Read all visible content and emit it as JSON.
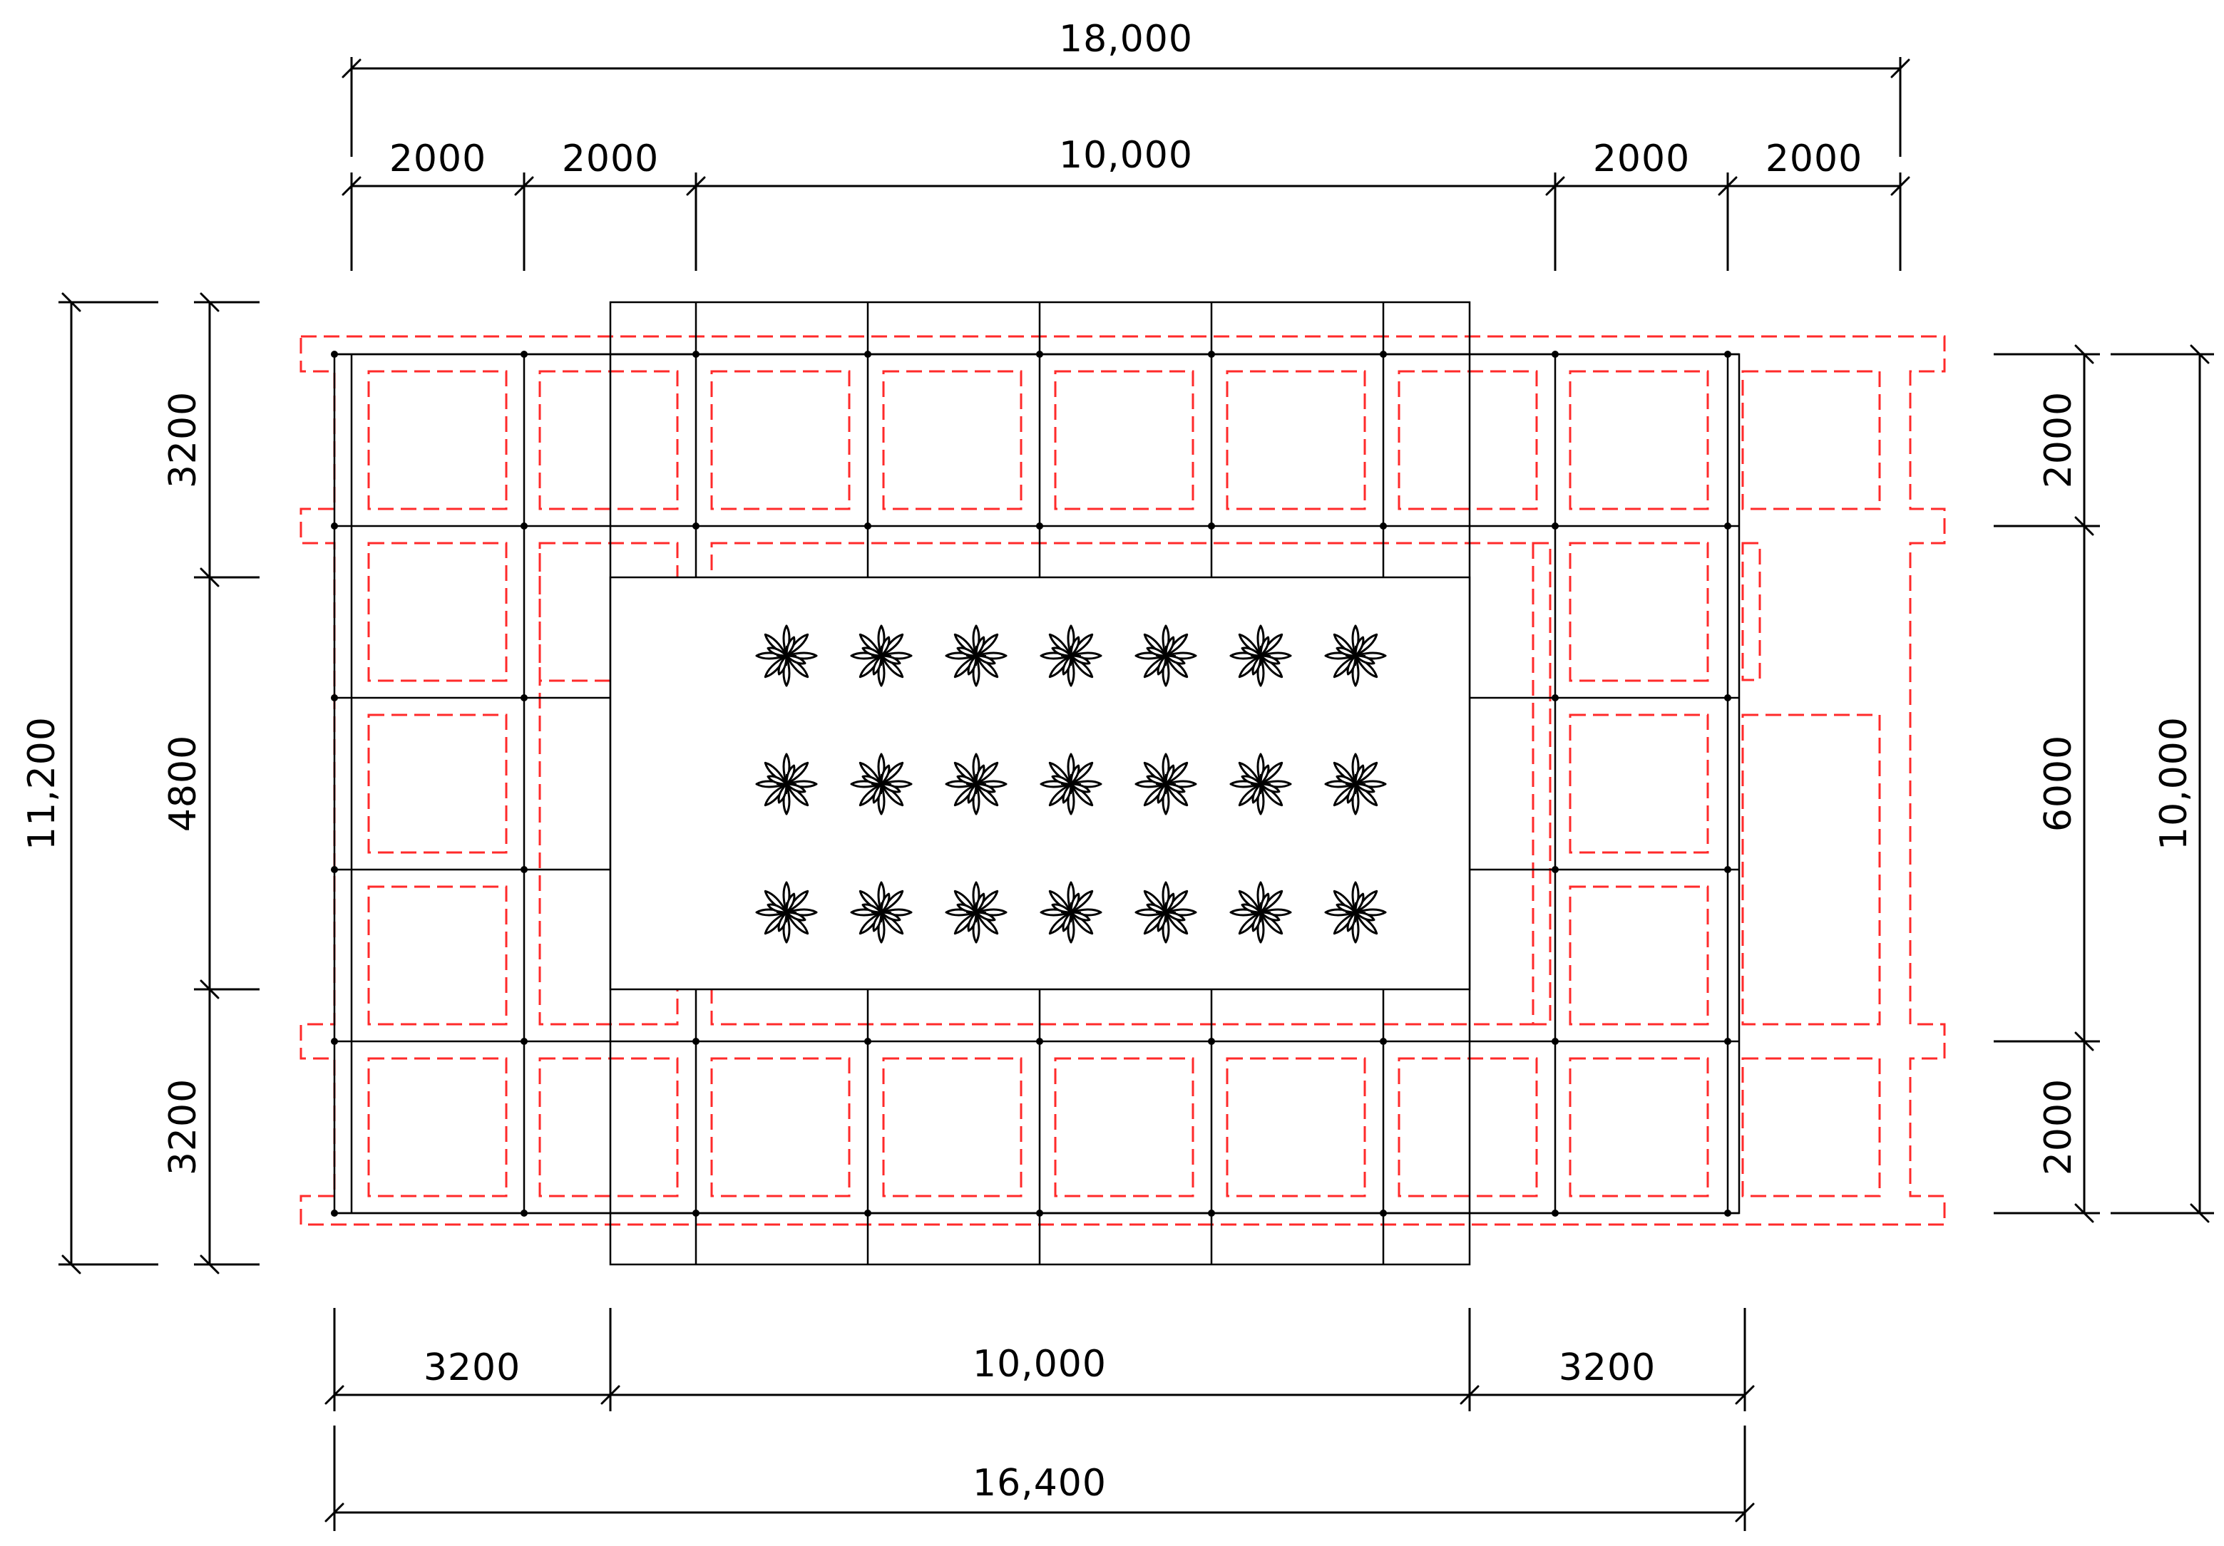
{
  "dimensions": {
    "top_overall": "18,000",
    "top_segments": [
      "2000",
      "2000",
      "10,000",
      "2000",
      "2000"
    ],
    "bottom_segments": [
      "3200",
      "10,000",
      "3200"
    ],
    "bottom_overall": "16,400",
    "left_overall": "11,200",
    "left_segments": [
      "3200",
      "4800",
      "3200"
    ],
    "right_segments": [
      "2000",
      "6000",
      "2000"
    ],
    "right_overall": "10,000"
  },
  "colors": {
    "line": "#000000",
    "dashed_outline": "#ff2a2a",
    "background": "#ffffff"
  },
  "planting": {
    "icon": "succulent-plant-icon",
    "rows": 3,
    "columns": 7
  }
}
